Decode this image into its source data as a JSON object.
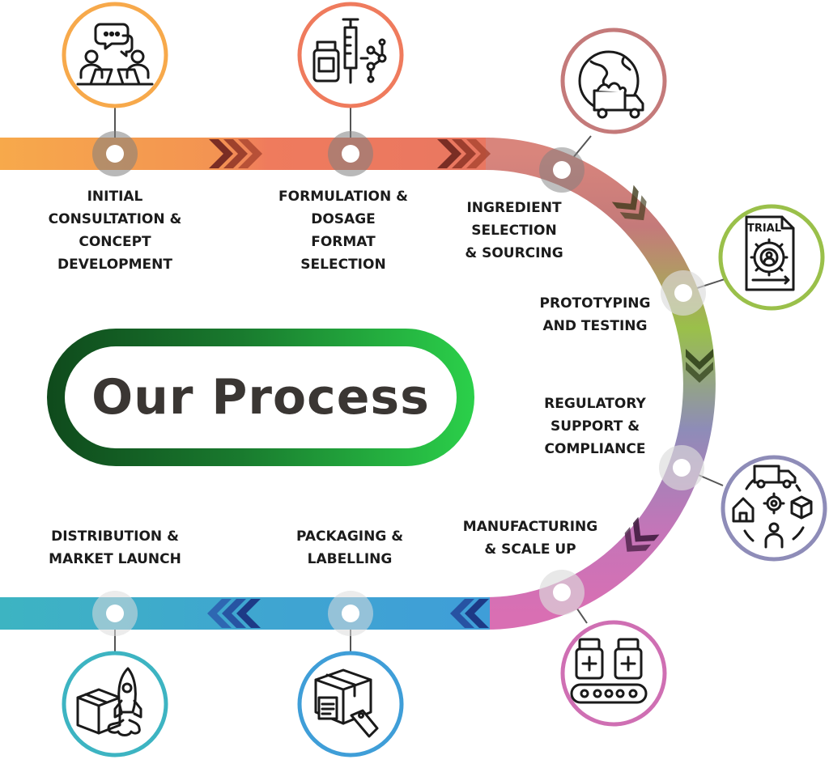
{
  "title": "Our Process",
  "steps": [
    {
      "id": "consultation",
      "lines": [
        "INITIAL",
        "CONSULTATION &",
        "CONCEPT",
        "DEVELOPMENT"
      ],
      "color": "#f7a94b",
      "icon": "meeting-icon"
    },
    {
      "id": "formulation",
      "lines": [
        "FORMULATION &",
        "DOSAGE",
        "FORMAT",
        "SELECTION"
      ],
      "color": "#ef7b5d",
      "icon": "syringe-molecule-icon"
    },
    {
      "id": "sourcing",
      "lines": [
        "INGREDIENT",
        "SELECTION",
        "& SOURCING"
      ],
      "color": "#c47a7a",
      "icon": "globe-truck-icon"
    },
    {
      "id": "prototyping",
      "lines": [
        "PROTOTYPING",
        "AND TESTING"
      ],
      "color": "#9ac04a",
      "icon": "trial-document-icon"
    },
    {
      "id": "regulatory",
      "lines": [
        "REGULATORY",
        "SUPPORT &",
        "COMPLIANCE"
      ],
      "color": "#8e8cb8",
      "icon": "logistics-cycle-icon"
    },
    {
      "id": "manufacturing",
      "lines": [
        "MANUFACTURING",
        "& SCALE UP"
      ],
      "color": "#cf6fb3",
      "icon": "conveyor-bottles-icon"
    },
    {
      "id": "packaging",
      "lines": [
        "PACKAGING &",
        "LABELLING"
      ],
      "color": "#3f9ed8",
      "icon": "package-label-icon"
    },
    {
      "id": "distribution",
      "lines": [
        "DISTRIBUTION &",
        "MARKET LAUNCH"
      ],
      "color": "#3db4c2",
      "icon": "rocket-box-icon"
    }
  ],
  "colors": {
    "title_gradient_start": "#0f4a1c",
    "title_gradient_end": "#2bd04a",
    "title_text": "#3a3633"
  }
}
